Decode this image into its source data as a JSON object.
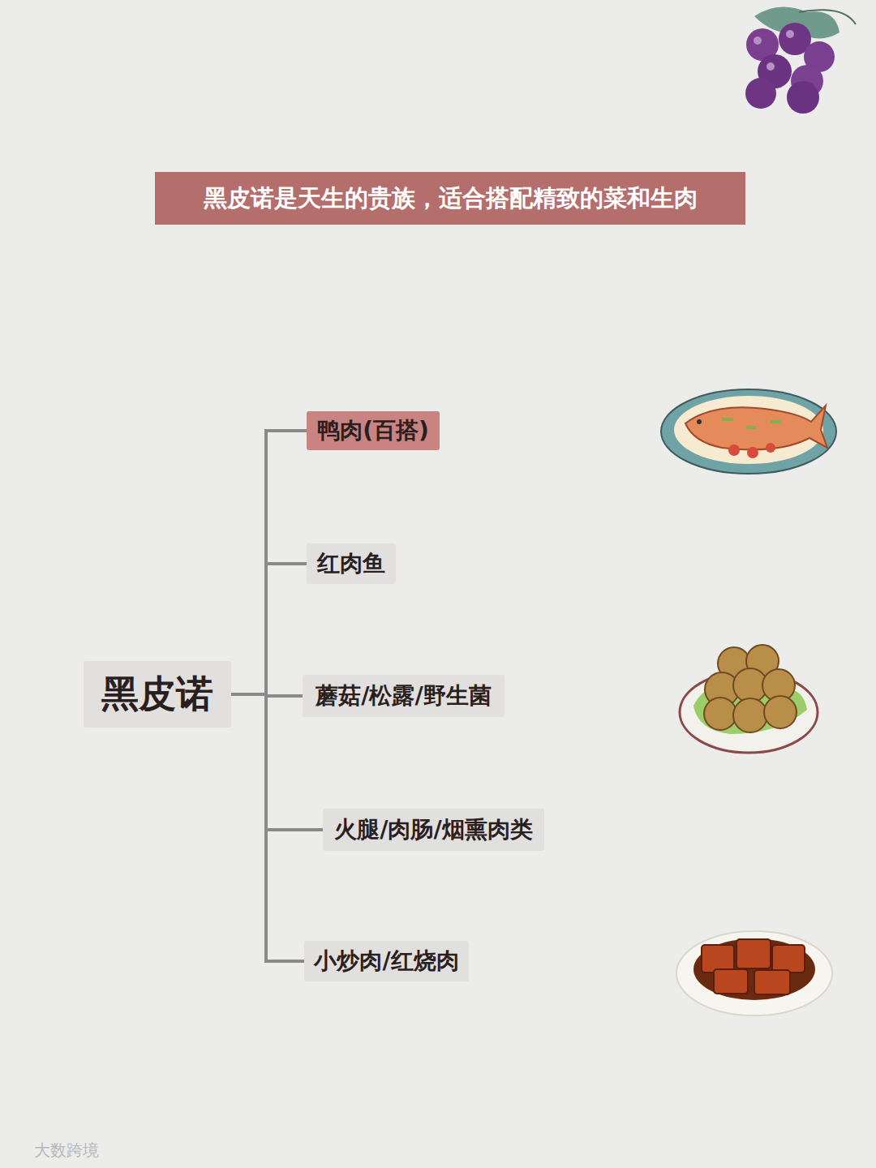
{
  "diagram": {
    "title": "黑皮诺是天生的贵族，适合搭配精致的菜和生肉",
    "nodes": [
      {
        "text": [
          "黑皮诺"
        ]
      },
      {
        "text": [
          "鸭肉(百搭)"
        ]
      },
      {
        "text": [
          "红肉鱼"
        ]
      },
      {
        "text": [
          "蘑菇/松露/野生菌"
        ]
      },
      {
        "text": [
          "火腿/肉肠/烟熏肉类"
        ]
      },
      {
        "text": [
          "小炒肉/红烧肉"
        ]
      }
    ],
    "edges": [
      {
        "from": 0,
        "to": 1,
        "arrow": "none"
      },
      {
        "from": 0,
        "to": 2,
        "arrow": "none"
      },
      {
        "from": 0,
        "to": 3,
        "arrow": "none"
      },
      {
        "from": 0,
        "to": 4,
        "arrow": "none"
      },
      {
        "from": 0,
        "to": 5,
        "arrow": "none"
      }
    ],
    "labels": [
      "大数跨境"
    ]
  }
}
